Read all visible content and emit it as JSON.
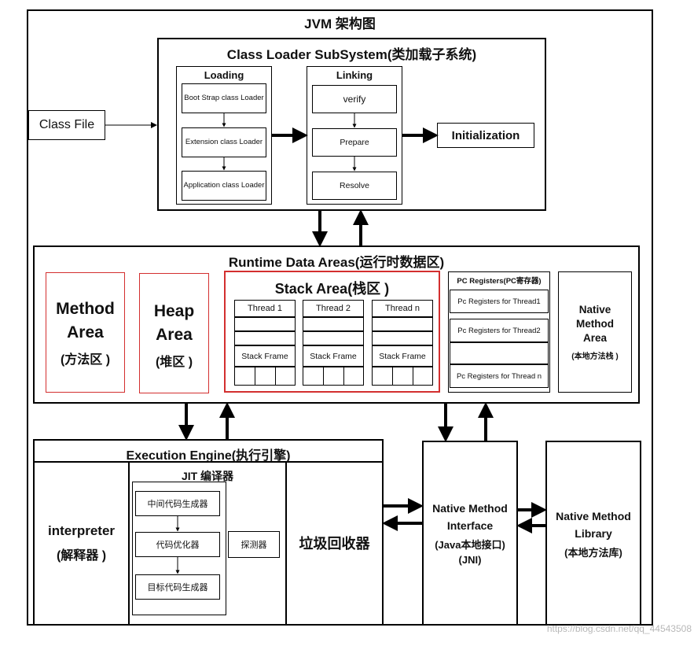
{
  "title": "JVM 架构图",
  "class_file": "Class File",
  "class_loader": {
    "title": "Class Loader SubSystem(类加载子系统)",
    "loading": {
      "title": "Loading",
      "items": [
        "Boot Strap class Loader",
        "Extension class Loader",
        "Application class Loader"
      ]
    },
    "linking": {
      "title": "Linking",
      "items": [
        "verify",
        "Prepare",
        "Resolve"
      ]
    },
    "initialization": "Initialization"
  },
  "runtime": {
    "title": "Runtime Data Areas(运行时数据区)",
    "method_area": [
      "Method",
      "Area",
      "(方法区 )"
    ],
    "heap_area": [
      "Heap",
      "Area",
      "(堆区 )"
    ],
    "stack_area": {
      "title": "Stack Area(栈区 )",
      "threads": [
        "Thread 1",
        "Thread 2",
        "Thread n"
      ],
      "stack_frame": "Stack Frame"
    },
    "pc_registers": {
      "title": "PC Registers(PC寄存器)",
      "items": [
        "Pc Registers for Thread1",
        "Pc Registers for Thread2",
        "Pc Registers for Thread n"
      ]
    },
    "native_method_area": [
      "Native",
      "Method",
      "Area",
      "(本地方法栈 )"
    ]
  },
  "execution_engine": {
    "title": "Execution Engine(执行引擎)",
    "interpreter": [
      "interpreter",
      "(解释器 )"
    ],
    "jit": {
      "title": "JIT 编译器",
      "steps": [
        "中间代码生成器",
        "代码优化器",
        "目标代码生成器"
      ],
      "detector": "探测器"
    },
    "gc": "垃圾回收器"
  },
  "native_interface": [
    "Native Method",
    "Interface",
    "(Java本地接口)",
    "(JNI)"
  ],
  "native_library": [
    "Native Method",
    "Library",
    "(本地方法库)"
  ],
  "watermark": "https://blog.csdn.net/qq_44543508"
}
